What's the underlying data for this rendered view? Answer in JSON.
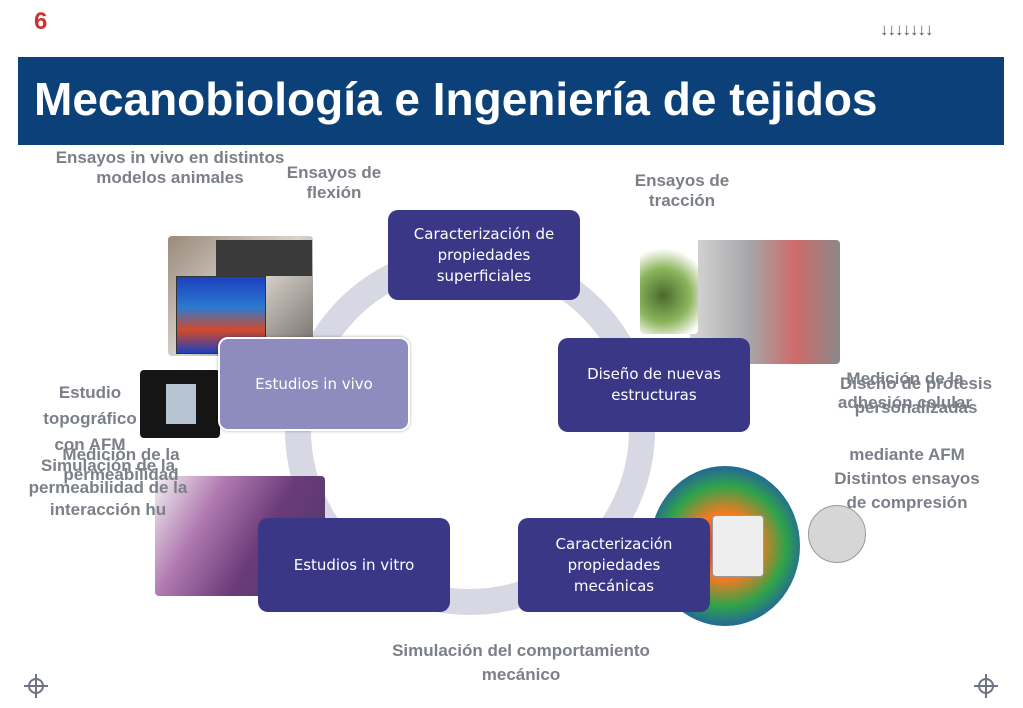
{
  "slide": {
    "number": "6",
    "nav_arrows": "↓↓↓↓↓↓↓"
  },
  "title": "Mecanobiología e Ingeniería de tejidos",
  "cycle": {
    "nodes": [
      {
        "label": "Caracterización de propiedades superficiales"
      },
      {
        "label": "Diseño de nuevas estructuras"
      },
      {
        "label": "Caracterización propiedades mecánicas"
      },
      {
        "label": "Estudios in vitro"
      },
      {
        "label": "Estudios in vivo"
      }
    ]
  },
  "annotations": {
    "in_vivo_models": "Ensayos in vivo en distintos modelos animales",
    "flexion": "Ensayos de flexión",
    "traccion": "Ensayos de tracción",
    "topografico": "Estudio topográfico con AFM",
    "permeabilidad_1": "Medición de la permeabilidad",
    "simulacion_interaccion": "Simulación de la permeabilidad de la interacción hu",
    "adhesion": "Medición de la adhesión celular",
    "protesis": "Diseño de prótesis personalizadas",
    "afm_compresion": "mediante AFM Distintos ensayos de compresión",
    "simulacion_mecanica": "Simulación del comportamiento mecánico"
  },
  "colors": {
    "title_bar": "#0b4178",
    "box_dark": "#3a3786",
    "box_light": "#8e8cbe",
    "slide_number": "#d0312d",
    "label_gray": "#7b7f88"
  }
}
